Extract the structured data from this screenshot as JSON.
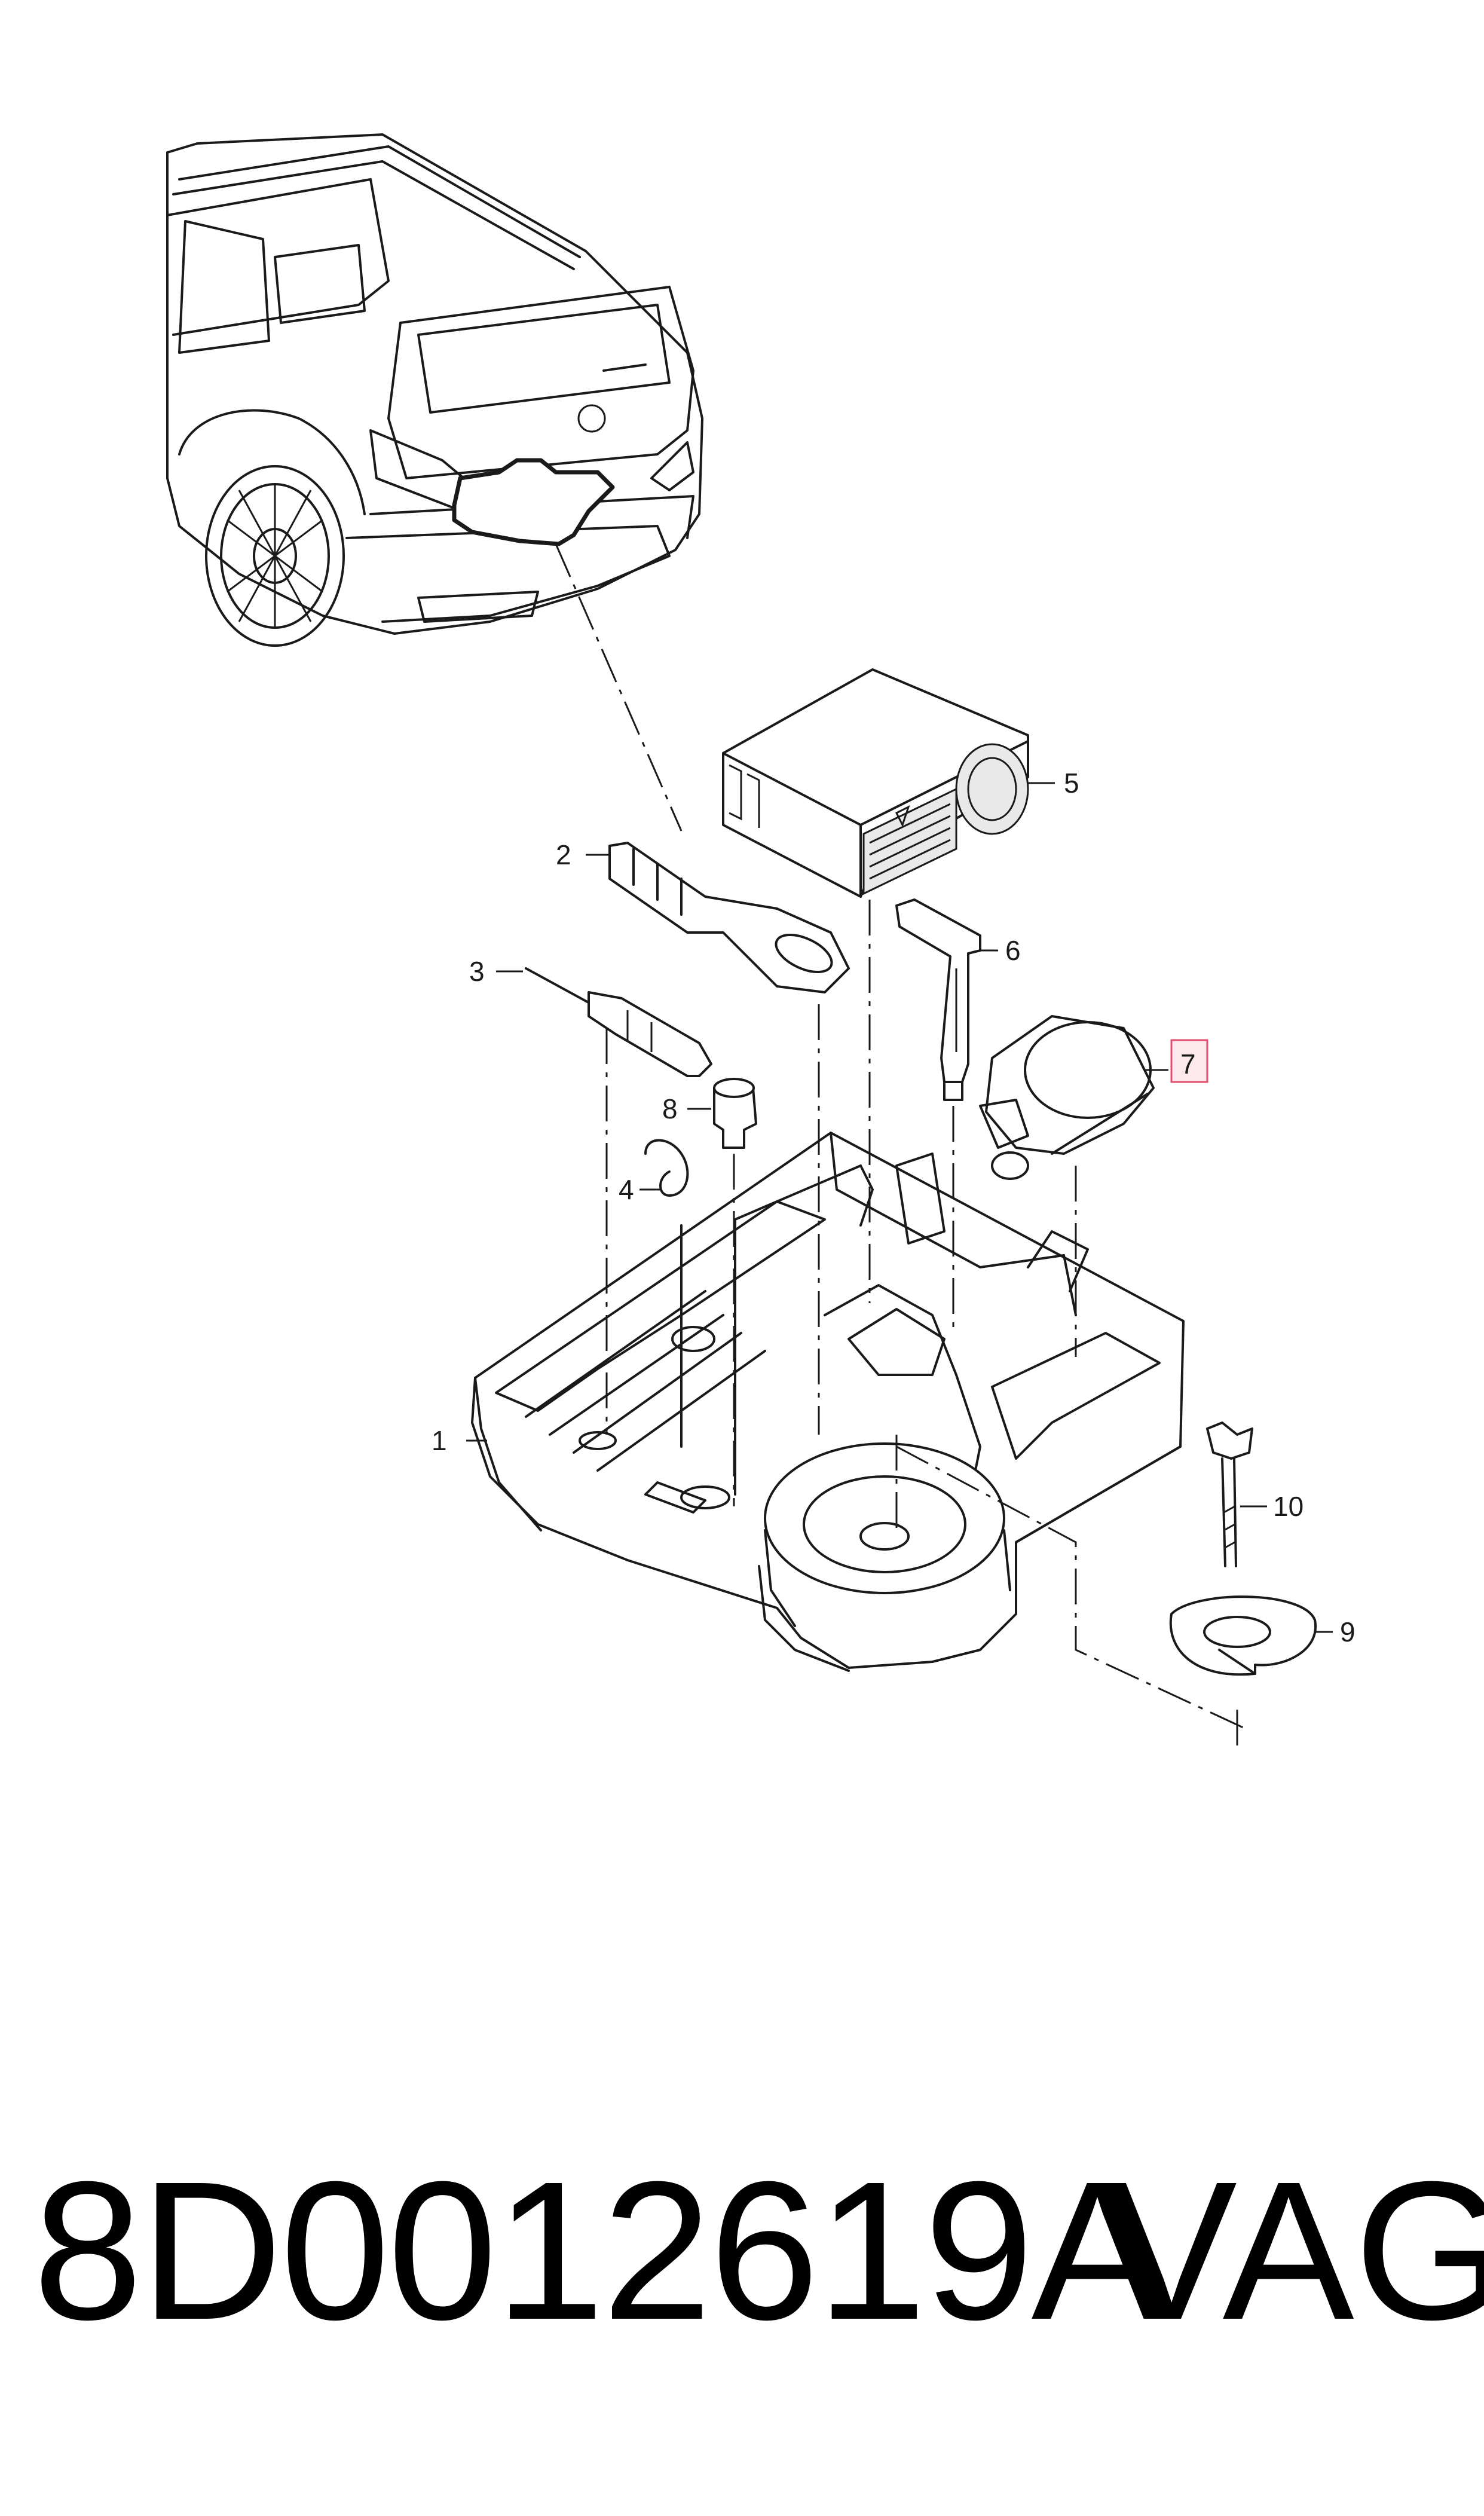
{
  "diagram": {
    "callouts": [
      {
        "id": "1",
        "label": "1"
      },
      {
        "id": "2",
        "label": "2"
      },
      {
        "id": "3",
        "label": "3"
      },
      {
        "id": "4",
        "label": "4"
      },
      {
        "id": "5",
        "label": "5"
      },
      {
        "id": "6",
        "label": "6"
      },
      {
        "id": "7",
        "label": "7",
        "highlighted": true
      },
      {
        "id": "8",
        "label": "8"
      },
      {
        "id": "9",
        "label": "9"
      },
      {
        "id": "10",
        "label": "10"
      }
    ],
    "highlight_color": "#e0506e"
  },
  "footer": {
    "part_number": "8D0012619A",
    "brand": "VAG"
  }
}
